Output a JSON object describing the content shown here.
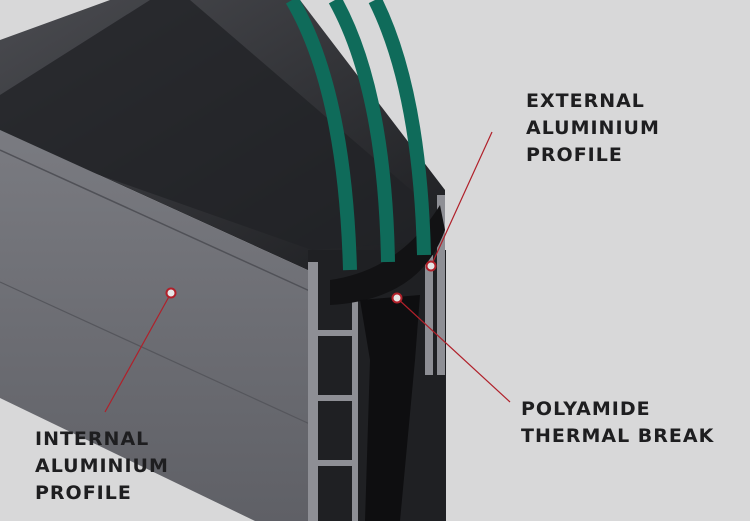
{
  "labels": {
    "external": [
      "EXTERNAL",
      "ALUMINIUM",
      "PROFILE"
    ],
    "thermal_break": [
      "POLYAMIDE",
      "THERMAL BREAK"
    ],
    "internal": [
      "INTERNAL",
      "ALUMINIUM",
      "PROFILE"
    ]
  },
  "colors": {
    "background": "#d8d8d9",
    "profile_side": "#6c6d73",
    "profile_top": "#2b2c30",
    "glass": "#0f6b5a",
    "marker": "#b0202a",
    "text": "#1e1e20"
  }
}
